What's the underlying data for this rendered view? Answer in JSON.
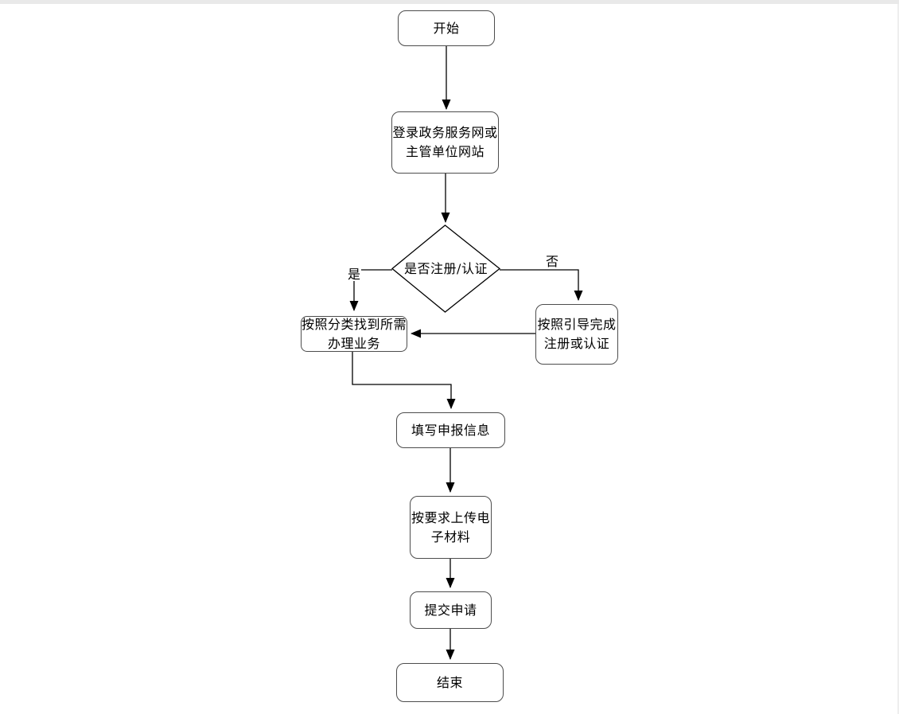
{
  "page": {
    "background": "#ffffff",
    "top_band_color": "#e9e9e9"
  },
  "flowchart": {
    "type": "flowchart",
    "nodes": {
      "start": {
        "label": "开始",
        "shape": "rounded-rectangle"
      },
      "login": {
        "label": "登录政务服务网或\n主管单位网站",
        "shape": "rounded-rectangle"
      },
      "decision": {
        "label": "是否注册/认证",
        "shape": "diamond"
      },
      "find": {
        "label": "按照分类找到所需\n办理业务",
        "shape": "rounded-rectangle"
      },
      "register": {
        "label": "按照引导完成\n注册或认证",
        "shape": "rounded-rectangle"
      },
      "fill": {
        "label": "填写申报信息",
        "shape": "rounded-rectangle"
      },
      "upload": {
        "label": "按要求上传电\n子材料",
        "shape": "rounded-rectangle"
      },
      "submit": {
        "label": "提交申请",
        "shape": "rounded-rectangle"
      },
      "end": {
        "label": "结束",
        "shape": "rounded-rectangle"
      }
    },
    "edge_labels": {
      "yes": "是",
      "no": "否"
    },
    "edges": [
      {
        "from": "start",
        "to": "login"
      },
      {
        "from": "login",
        "to": "decision"
      },
      {
        "from": "decision",
        "to": "find",
        "label": "是"
      },
      {
        "from": "decision",
        "to": "register",
        "label": "否"
      },
      {
        "from": "register",
        "to": "find"
      },
      {
        "from": "find",
        "to": "fill"
      },
      {
        "from": "fill",
        "to": "upload"
      },
      {
        "from": "upload",
        "to": "submit"
      },
      {
        "from": "submit",
        "to": "end"
      }
    ],
    "colors": {
      "line": "#000000",
      "node_border": "#4d4d4d",
      "node_fill": "#ffffff",
      "text": "#000000"
    }
  }
}
